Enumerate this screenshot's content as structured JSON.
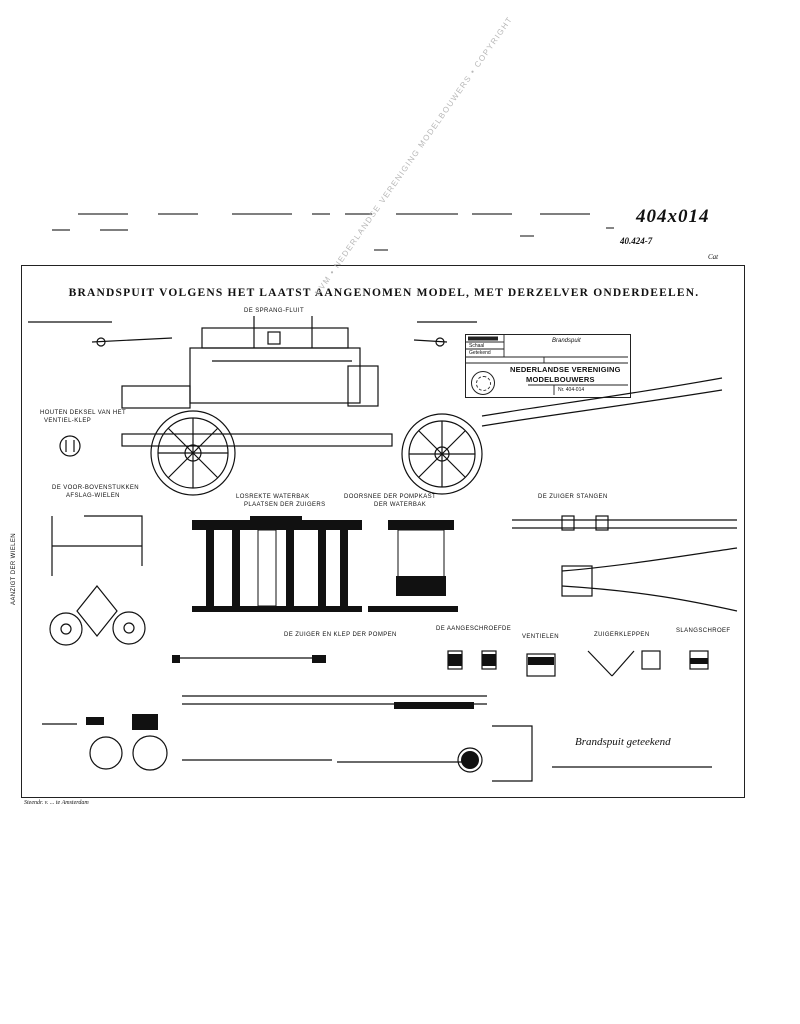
{
  "header": {
    "catalog_number": "404x014",
    "sub_number": "40.424-7",
    "corner_mark": "Cat"
  },
  "drawing": {
    "title": "BRANDSPUIT VOLGENS HET LAATST AANGENOMEN MODEL, MET DERZELVER ONDERDEELEN.",
    "labels": {
      "top_view": "DE SPRANG-FLUIT",
      "left_small_1": "HOUTEN DEKSEL VAN HET",
      "left_small_2": "VENTIEL-KLEP",
      "left_mid": "DE VOOR-BOVENSTUKKEN",
      "left_mid_2": "AFSLAG-WIELEN",
      "vertical_left": "AANZIGT DER WIELEN",
      "center_1": "LOSREKTE WATERBAK",
      "center_1b": "PLAATSEN DER ZUIGERS",
      "center_2": "DOORSNEE DER POMPKAST",
      "center_2b": "DER WATERBAK",
      "right_mid": "DE ZUIGER STANGEN",
      "pump_detail": "DE ZUIGER EN KLEP DER POMPEN",
      "parts_1": "DE AANGESCHROEFDE",
      "parts_2": "VENTIELEN",
      "parts_3": "ZUIGERKLEPPEN",
      "parts_4": "SLANGSCHROEF"
    },
    "title_box": {
      "org_line1": "NEDERLANDSE VERENIGING",
      "org_line2": "MODELBOUWERS",
      "field_1": "Schaal",
      "field_2": "Getekend",
      "field_3": "Brandspuit",
      "field_4": "Nr. 404-014"
    },
    "watermark": "NVM • NEDERLANDSE VERENIGING MODELBOUWERS • COPYRIGHT",
    "signature": "Brandspuit geteekend",
    "footnote": "Steendr. v. ...  te Amsterdam"
  },
  "colors": {
    "ink": "#111111",
    "paper": "#ffffff",
    "watermark": "#b8b8b8"
  }
}
